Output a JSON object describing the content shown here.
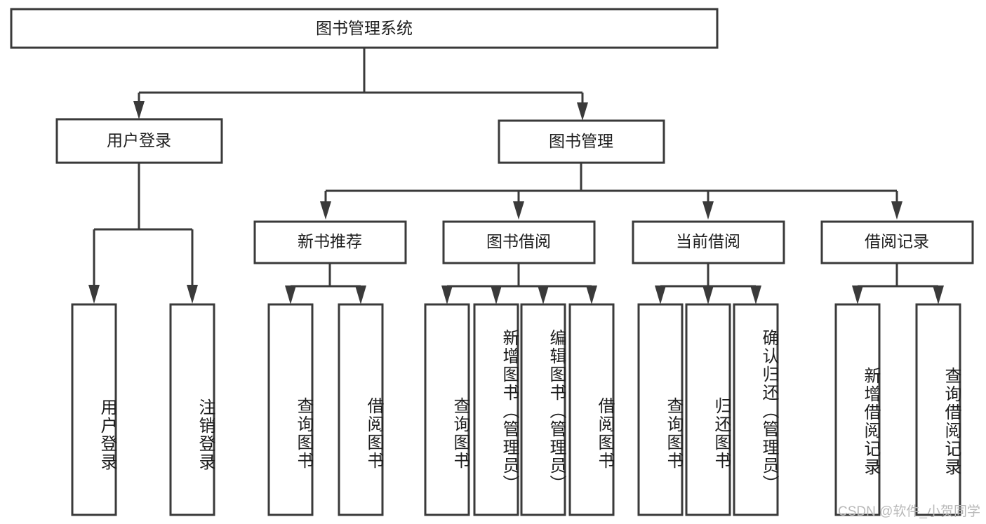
{
  "diagram": {
    "type": "tree",
    "title": "图书管理系统",
    "root": {
      "label": "图书管理系统"
    },
    "level2": [
      {
        "label": "用户登录"
      },
      {
        "label": "图书管理"
      }
    ],
    "level3": [
      {
        "label": "新书推荐"
      },
      {
        "label": "图书借阅"
      },
      {
        "label": "当前借阅"
      },
      {
        "label": "借阅记录"
      }
    ],
    "leaves": {
      "user_login": [
        {
          "label": "用户登录"
        },
        {
          "label": "注销登录"
        }
      ],
      "new_book_recommend": [
        {
          "label": "查询图书"
        },
        {
          "label": "借阅图书"
        }
      ],
      "book_borrow": [
        {
          "label": "查询图书"
        },
        {
          "label": "新增图书（管理员）"
        },
        {
          "label": "编辑图书（管理员）"
        },
        {
          "label": "借阅图书"
        }
      ],
      "current_borrow": [
        {
          "label": "查询图书"
        },
        {
          "label": "归还图书"
        },
        {
          "label": "确认归还（管理员）"
        }
      ],
      "borrow_record": [
        {
          "label": "新增借阅记录"
        },
        {
          "label": "查询借阅记录"
        }
      ]
    }
  },
  "watermark": {
    "text": "CSDN @软件_小贺同学"
  },
  "colors": {
    "stroke": "#3a3a3a",
    "fill": "#ffffff",
    "text": "#1d1d1d",
    "watermark": "#b9b9b9"
  }
}
